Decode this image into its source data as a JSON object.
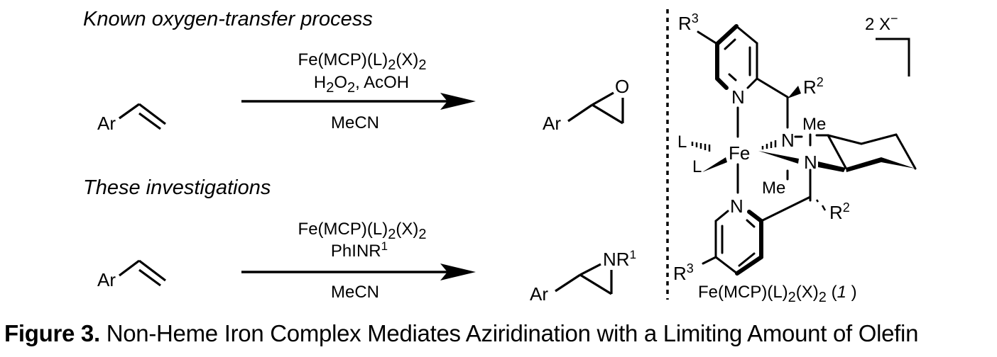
{
  "scheme": {
    "top": {
      "heading": "Known oxygen-transfer process",
      "substrate_label": "Ar",
      "reagent_line1": {
        "base": "Fe(MCP)(L)",
        "s1": "2",
        "mid": "(X)",
        "s2": "2"
      },
      "reagent_line2": {
        "a": "H",
        "s1": "2",
        "b": "O",
        "s2": "2",
        "c": ", AcOH"
      },
      "solvent": "MeCN",
      "product_label": "Ar",
      "product_heteroatom": "O"
    },
    "bottom": {
      "heading": "These investigations",
      "substrate_label": "Ar",
      "reagent_line1": {
        "base": "Fe(MCP)(L)",
        "s1": "2",
        "mid": "(X)",
        "s2": "2"
      },
      "reagent_line2": {
        "base": "PhINR",
        "sup": "1"
      },
      "solvent": "MeCN",
      "product_label": "Ar",
      "product_heteroatom": {
        "base": "NR",
        "sup": "1"
      }
    },
    "complex": {
      "counterion": {
        "base": "2 X",
        "sup": "−"
      },
      "r3_top": {
        "base": "R",
        "sup": "3"
      },
      "r3_bottom": {
        "base": "R",
        "sup": "3"
      },
      "r2_top": {
        "base": "R",
        "sup": "2"
      },
      "r2_bottom": {
        "base": "R",
        "sup": "2"
      },
      "metal": "Fe",
      "ligand_L": "L",
      "nitrogen": "N",
      "methyl": "Me",
      "name": {
        "base": "Fe(MCP)(L)",
        "s1": "2",
        "mid": "(X)",
        "s2": "2",
        "num_open": " (",
        "num": "1",
        "num_close": " )"
      }
    }
  },
  "caption": {
    "label": "Figure 3.",
    "text": " Non-Heme Iron Complex Mediates Aziridination with a Limiting Amount of Olefin"
  }
}
